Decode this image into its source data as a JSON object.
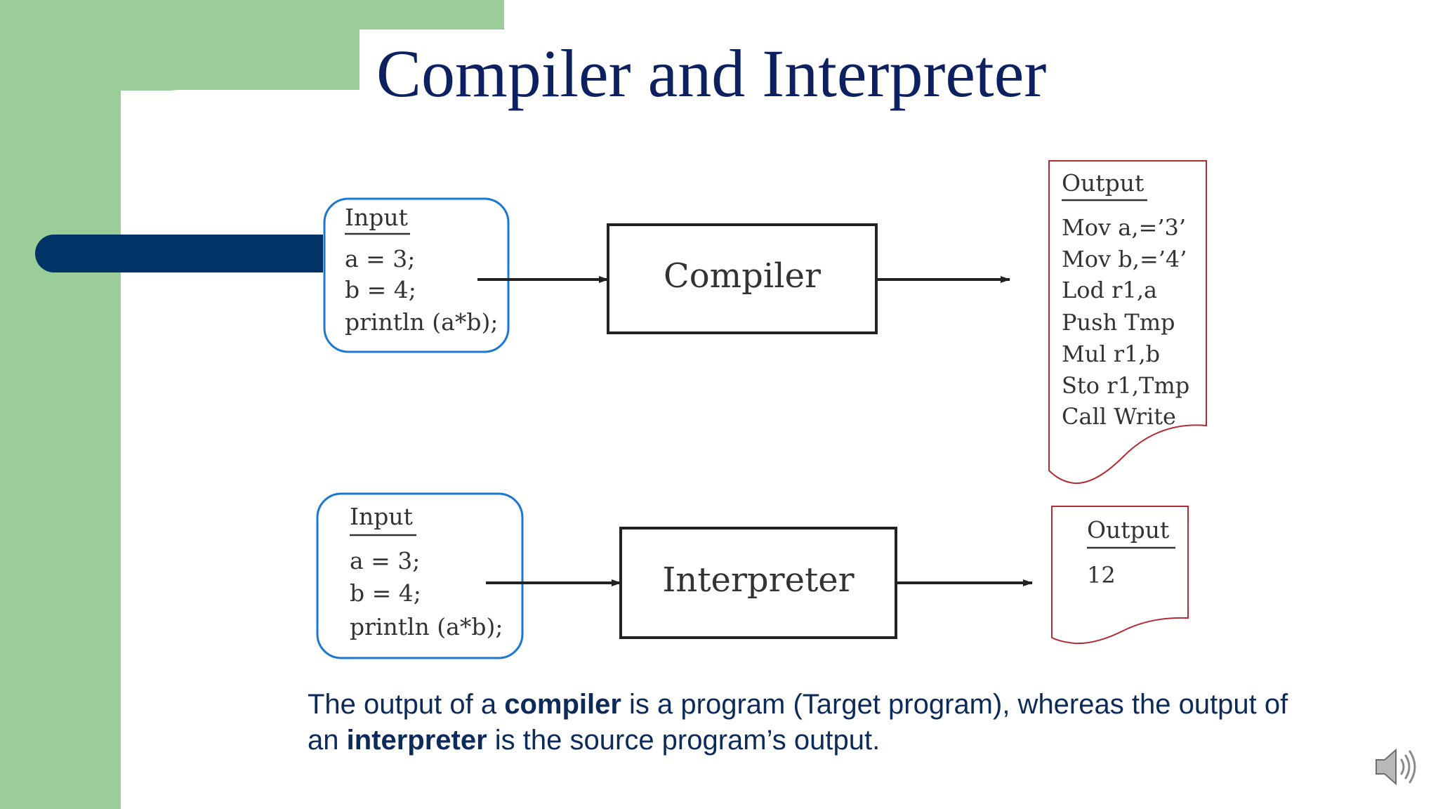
{
  "slide": {
    "title": "Compiler and Interpreter",
    "caption": {
      "part1": "The output of a ",
      "bold1": "compiler",
      "part2": " is a program (Target program), whereas the output of an ",
      "bold2": "interpreter",
      "part3": " is the source program’s output."
    }
  },
  "compiler_row": {
    "input_heading": "Input",
    "input_lines": [
      "a = 3;",
      "b = 4;",
      "println (a*b);"
    ],
    "box_label": "Compiler",
    "output_heading": "Output",
    "output_lines": [
      "Mov a,=’3’",
      "Mov b,=’4’",
      "Lod r1,a",
      "Push Tmp",
      "Mul r1,b",
      "Sto r1,Tmp",
      "Call Write"
    ]
  },
  "interpreter_row": {
    "input_heading": "Input",
    "input_lines": [
      "a = 3;",
      "b = 4;",
      "println (a*b);"
    ],
    "box_label": "Interpreter",
    "output_heading": "Output",
    "output_lines": [
      "12"
    ]
  },
  "colors": {
    "green": "#9acd98",
    "navy": "#003366",
    "title": "#0d2060",
    "input_border": "#1a78d2",
    "output_border": "#b32b34",
    "text": "#333333"
  },
  "icons": {
    "speaker": "speaker-icon"
  }
}
